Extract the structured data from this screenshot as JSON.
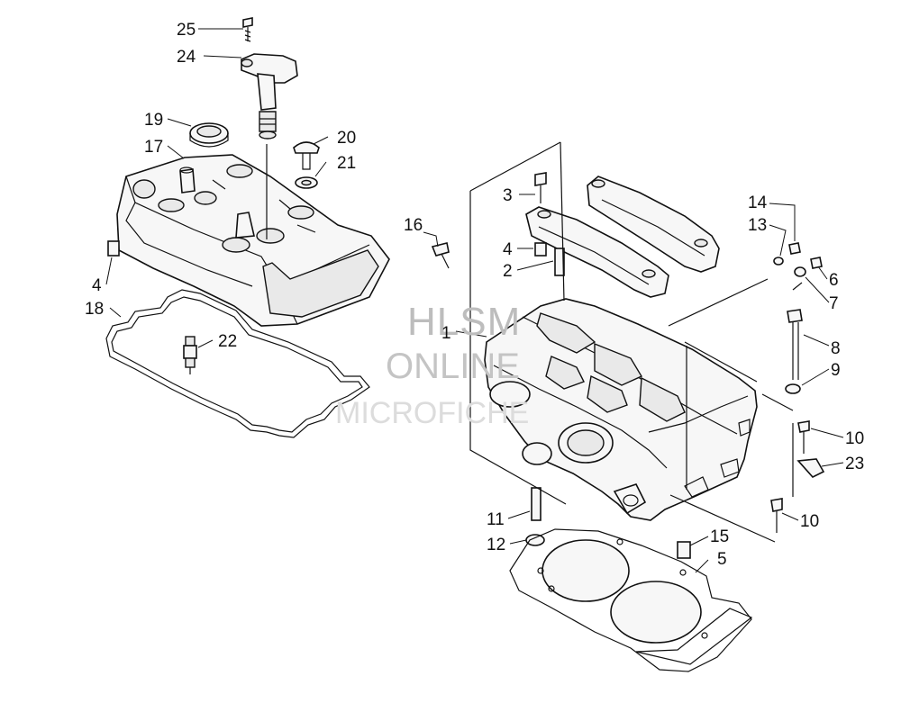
{
  "watermark": {
    "line1": "HLSM",
    "line2": "ONLINE",
    "line3": "MICROFICHE"
  },
  "callouts": [
    {
      "id": "1"
    },
    {
      "id": "2"
    },
    {
      "id": "3"
    },
    {
      "id": "4"
    },
    {
      "id": "4"
    },
    {
      "id": "5"
    },
    {
      "id": "6"
    },
    {
      "id": "7"
    },
    {
      "id": "8"
    },
    {
      "id": "9"
    },
    {
      "id": "10"
    },
    {
      "id": "10"
    },
    {
      "id": "11"
    },
    {
      "id": "12"
    },
    {
      "id": "13"
    },
    {
      "id": "14"
    },
    {
      "id": "15"
    },
    {
      "id": "16"
    },
    {
      "id": "17"
    },
    {
      "id": "18"
    },
    {
      "id": "19"
    },
    {
      "id": "20"
    },
    {
      "id": "21"
    },
    {
      "id": "22"
    },
    {
      "id": "23"
    },
    {
      "id": "24"
    },
    {
      "id": "25"
    }
  ]
}
